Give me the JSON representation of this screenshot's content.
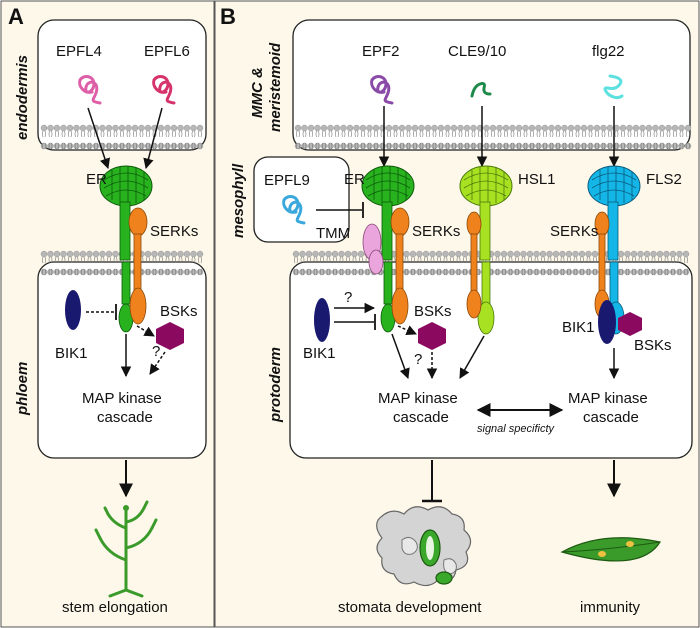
{
  "panels": {
    "a": {
      "letter": "A",
      "tissue_top": "endodermis",
      "tissue_bottom": "phloem",
      "ligand_left": "EPFL4",
      "ligand_right": "EPFL6",
      "receptor": "ER",
      "coreceptor": "SERKs",
      "kinase_left": "BIK1",
      "kinase_right": "BSKs",
      "question": "?",
      "output_line1": "MAP kinase",
      "output_line2": "cascade",
      "outcome": "stem elongation"
    },
    "b": {
      "letter": "B",
      "tissue_top_line1": "MMC &",
      "tissue_top_line2": "meristemoid",
      "tissue_middle": "mesophyll",
      "tissue_bottom": "protoderm",
      "ligand_epf2": "EPF2",
      "ligand_cle": "CLE9/10",
      "ligand_flg": "flg22",
      "ligand_epfl9": "EPFL9",
      "receptor_er": "ER",
      "receptor_hsl1": "HSL1",
      "receptor_fls2": "FLS2",
      "tmm": "TMM",
      "serks_left": "SERKs",
      "serks_right": "SERKs",
      "bik1_left": "BIK1",
      "bsks_left": "BSKs",
      "bik1_right": "BIK1",
      "bsks_right": "BSKs",
      "question": "?",
      "output_left_line1": "MAP kinase",
      "output_left_line2": "cascade",
      "output_right_line1": "MAP kinase",
      "output_right_line2": "cascade",
      "specificity": "signal specificty",
      "outcome_left": "stomata development",
      "outcome_right": "immunity"
    }
  },
  "colors": {
    "background": "#fdf8ea",
    "er_green": "#27b21e",
    "hsl1_lime": "#a8e022",
    "fls2_blue": "#14b6e8",
    "serk_orange": "#f0821e",
    "tmm_pink": "#e9a5dc",
    "bik1_navy": "#191970",
    "bsk_maroon": "#8b0a5f",
    "epfl_pink": "#de5fa8",
    "epf2_purple": "#8a4aa8",
    "cle_green": "#1e8a4a",
    "flg_cyan": "#5ce0e0",
    "epfl9_blue": "#3aa8dc",
    "membrane_gray": "#b7b7b7"
  }
}
